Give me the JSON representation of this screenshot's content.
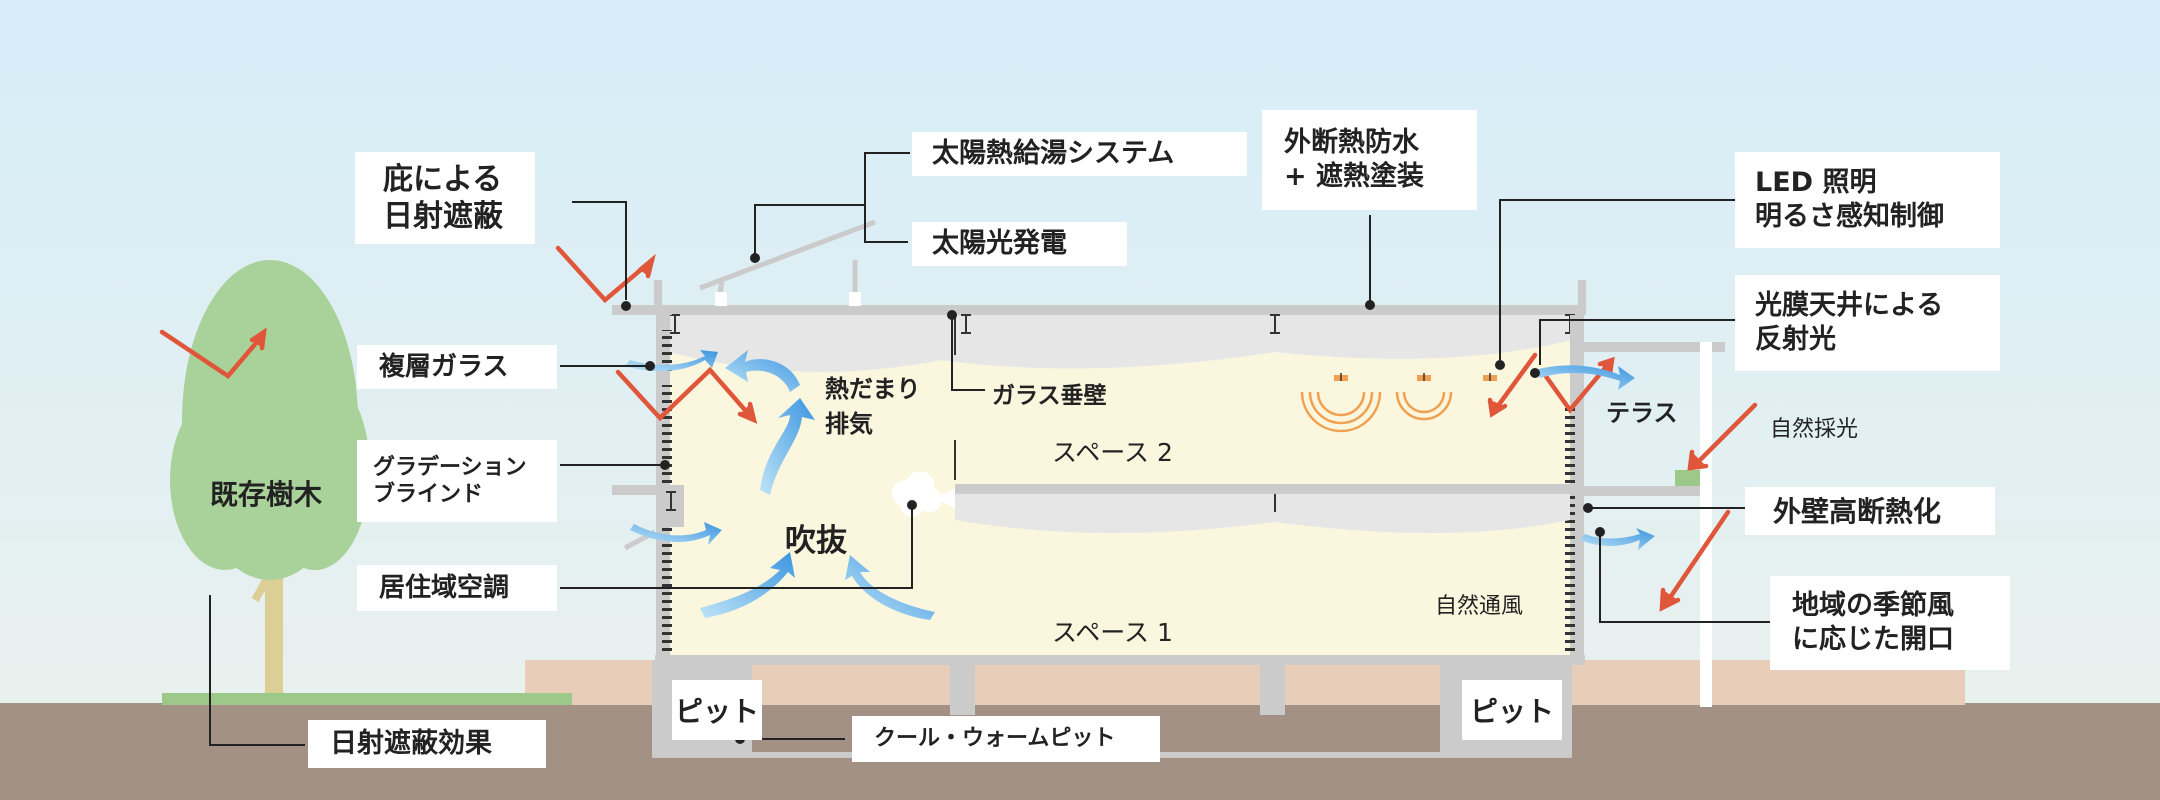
{
  "labels": {
    "eaves": [
      "庇による",
      "日射遮蔽"
    ],
    "solar_hot_water": "太陽熱給湯システム",
    "solar_power": "太陽光発電",
    "exterior_insulation": [
      "外断熱防水",
      "+ 遮熱塗装"
    ],
    "led": [
      "LED 照明",
      "明るさ感知制御"
    ],
    "double_glass": "複層ガラス",
    "light_ceiling": [
      "光膜天井による",
      "反射光"
    ],
    "heat_exhaust": [
      "熱だまり",
      "排気"
    ],
    "glass_wall": "ガラス垂壁",
    "terrace": "テラス",
    "natural_light": "自然採光",
    "space2": "スペース 2",
    "gradation_blind": [
      "グラデーション",
      "ブラインド"
    ],
    "existing_tree": "既存樹木",
    "atrium": "吹抜",
    "wall_insulation": "外壁高断熱化",
    "living_ac": "居住域空調",
    "natural_vent": "自然通風",
    "seasonal_wind": [
      "地域の季節風",
      "に応じた開口"
    ],
    "space1": "スペース 1",
    "pit_left": "ピット",
    "pit_right": "ピット",
    "cool_warm_pit": "クール・ウォームピット",
    "shading_effect": "日射遮蔽効果"
  },
  "icons": {
    "sun_rays": "sun-ray-arrow",
    "airflow": "airflow-arrow",
    "lights": "pendant-light",
    "air_outlet": "air-outlet"
  },
  "colors": {
    "sky_top": "#d6edf8",
    "sky_bottom": "#e9f1ee",
    "ground": "#a39185",
    "interior": "#fbf7df",
    "structure": "#cbcbcb",
    "sun_arrow": "#e0563a",
    "air_arrow": "#3b95e0",
    "light_glow": "#f0a050",
    "tree": "#a9d29a",
    "trunk": "#dccf96",
    "grass": "#9cc889",
    "leader": "#222222"
  }
}
